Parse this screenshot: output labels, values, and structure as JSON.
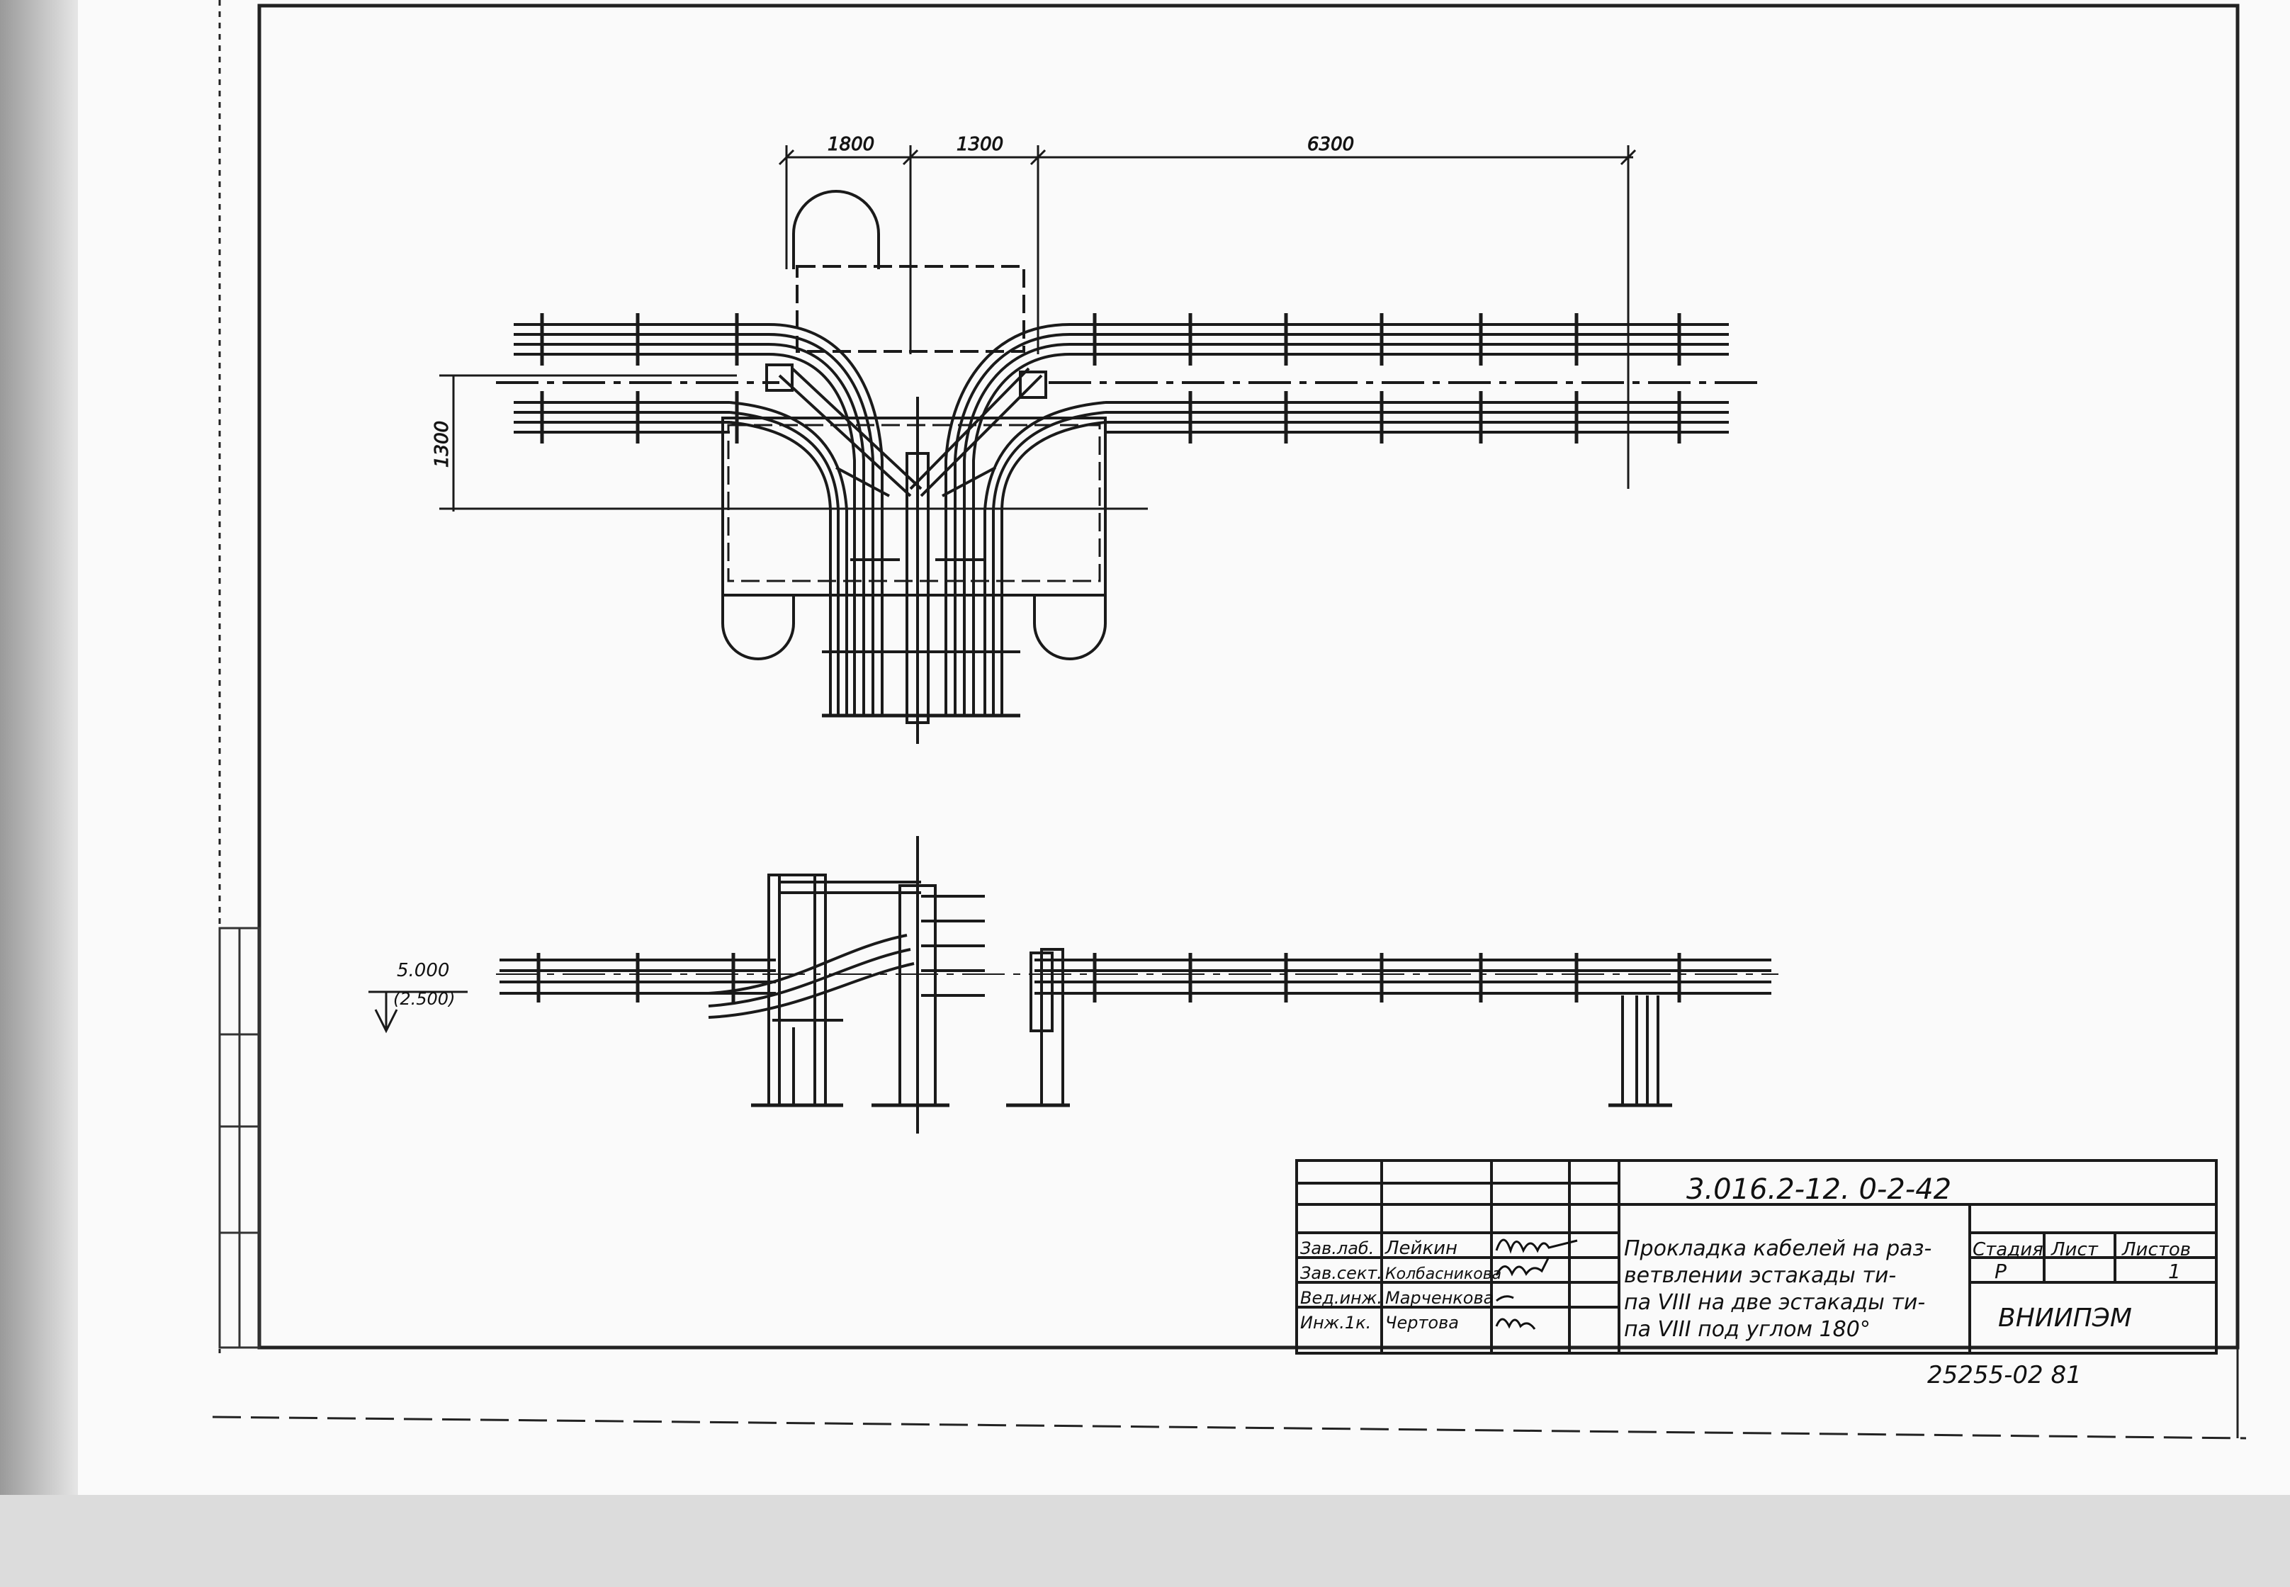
{
  "dimensions": {
    "top": [
      "1800",
      "1300",
      "6300"
    ],
    "left_vertical": "1300"
  },
  "elevation": {
    "mark": "5.000",
    "sub": "(2.500)"
  },
  "title_block": {
    "doc_number": "3.016.2-12. 0-2-42",
    "roles": [
      "Зав.лаб.",
      "Зав.сект.",
      "Вед.инж.",
      "Инж.1к."
    ],
    "names": [
      "Лейкин",
      "Колбасникова",
      "Марченкова",
      "Чертова"
    ],
    "title_lines": [
      "Прокладка кабелей на раз-",
      "ветвлении эстакады ти-",
      "па VIII на две эстакады ти-",
      "па VIII под углом 180°"
    ],
    "stage_header": "Стадия",
    "sheet_header": "Лист",
    "sheets_header": "Листов",
    "stage": "Р",
    "sheet": "",
    "sheets": "1",
    "organization": "ВНИИПЭМ"
  },
  "footer_code": "25255-02  81"
}
